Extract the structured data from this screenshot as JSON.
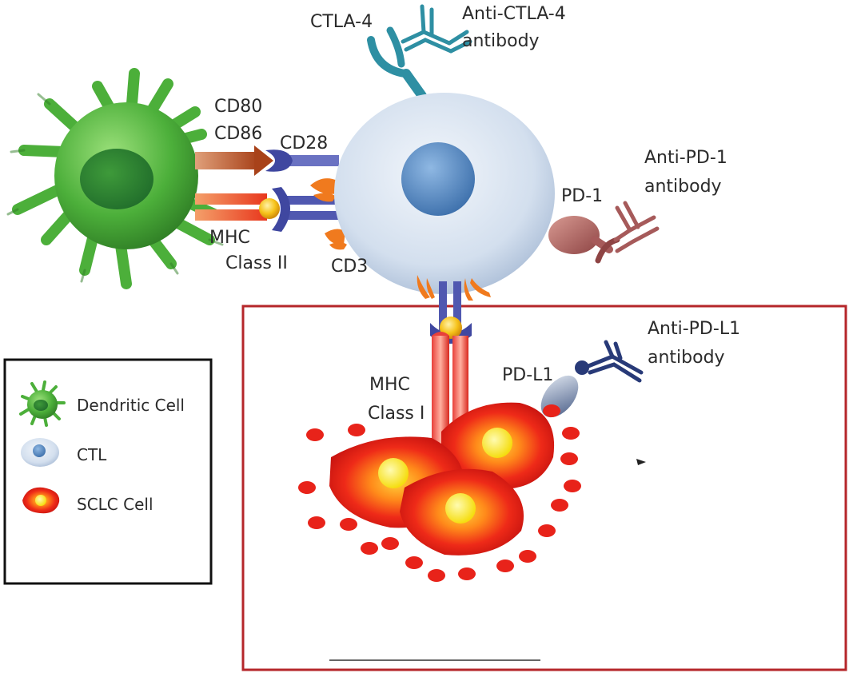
{
  "labels": {
    "ctla4": "CTLA-4",
    "anti_ctla4_line1": "Anti-CTLA-4",
    "anti_ctla4_line2": "antibody",
    "cd80": "CD80",
    "cd86": "CD86",
    "cd28": "CD28",
    "mhc2_line1": "MHC",
    "mhc2_line2": "Class II",
    "cd3": "CD3",
    "anti_pd1_line1": "Anti-PD-1",
    "anti_pd1_line2": "antibody",
    "pd1": "PD-1",
    "anti_pdl1_line1": "Anti-PD-L1",
    "anti_pdl1_line2": "antibody",
    "pdl1": "PD-L1",
    "mhc1_line1": "MHC",
    "mhc1_line2": "Class I"
  },
  "legend": {
    "items": [
      {
        "label": "Dendritic Cell",
        "icon": "dendritic-cell-icon"
      },
      {
        "label": "CTL",
        "icon": "ctl-icon"
      },
      {
        "label": "SCLC Cell",
        "icon": "sclc-cell-icon"
      }
    ]
  },
  "colors": {
    "dendritic": "#4caf3a",
    "ctl": "#cfdcee",
    "ctl_nucleus": "#5b8fc7",
    "sclc": "#e8231a",
    "sclc_core": "#f7e51a",
    "frame_red": "#b5262a",
    "receptor_blue": "#4a4fa8",
    "ctla4_teal": "#2e8fa3",
    "pd1_brown": "#a65a5a",
    "pdl1_navy": "#283a78",
    "cd3_orange": "#f07a1e"
  }
}
